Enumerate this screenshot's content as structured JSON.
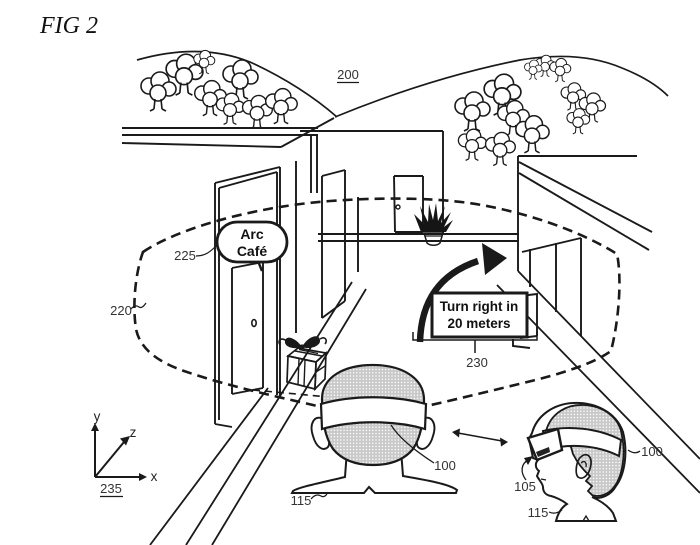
{
  "figure": {
    "label": "FIG 2"
  },
  "references": {
    "scene": "200",
    "fov_boundary": "220",
    "cafe_annotation": "225",
    "direction_sign": "230",
    "axes": "235",
    "hmd_back": "100",
    "hmd_side": "100",
    "visor": "105",
    "user_back": "115",
    "user_side": "115"
  },
  "annotations": {
    "cafe_bubble": {
      "line1": "Arc",
      "line2": "Café"
    },
    "direction_sign": {
      "line1": "Turn right in",
      "line2": "20 meters"
    }
  },
  "axes_labels": {
    "x": "x",
    "y": "y",
    "z": "z"
  },
  "colors": {
    "ink": "#1a1a1a",
    "hair": "#c8c8c8",
    "background": "#ffffff"
  }
}
